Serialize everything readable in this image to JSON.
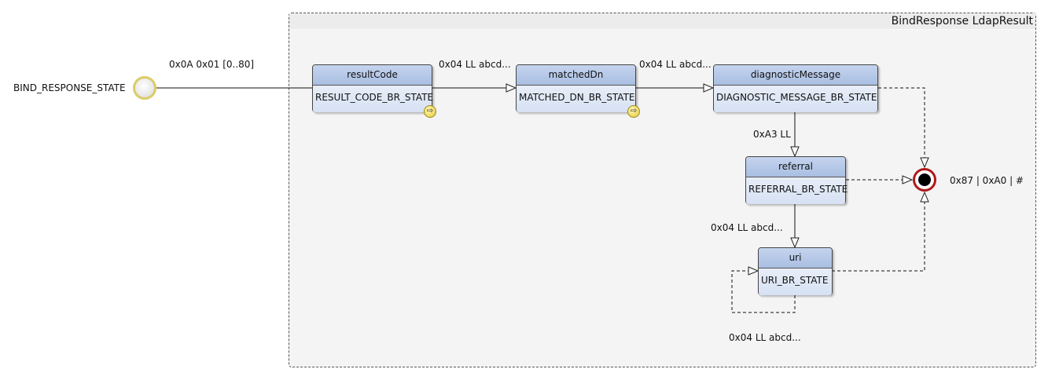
{
  "region": {
    "title": "BindResponse LdapResult"
  },
  "initial": {
    "label": "BIND_RESPONSE_STATE"
  },
  "states": {
    "result_code": {
      "name": "resultCode",
      "action": "RESULT_CODE_BR_STATE"
    },
    "matched_dn": {
      "name": "matchedDn",
      "action": "MATCHED_DN_BR_STATE"
    },
    "diagnostic_message": {
      "name": "diagnosticMessage",
      "action": "DIAGNOSTIC_MESSAGE_BR_STATE"
    },
    "referral": {
      "name": "referral",
      "action": "REFERRAL_BR_STATE"
    },
    "uri": {
      "name": "uri",
      "action": "URI_BR_STATE"
    }
  },
  "transitions": {
    "initial_to_result_code": "0x0A 0x01 [0..80]",
    "result_code_to_matched_dn": "0x04 LL abcd...",
    "matched_dn_to_diagnostic": "0x04 LL abcd...",
    "diagnostic_to_referral": "0xA3 LL",
    "referral_to_uri": "0x04 LL abcd...",
    "uri_self_loop": "0x04 LL abcd...",
    "to_final": "0x87 | 0xA0 | #"
  },
  "icons": {
    "submachine": "subdiagram-icon"
  },
  "colors": {
    "state_fill": "#bccfe9",
    "final_ring": "#b01a1a",
    "initial_ring": "#dccb66"
  }
}
